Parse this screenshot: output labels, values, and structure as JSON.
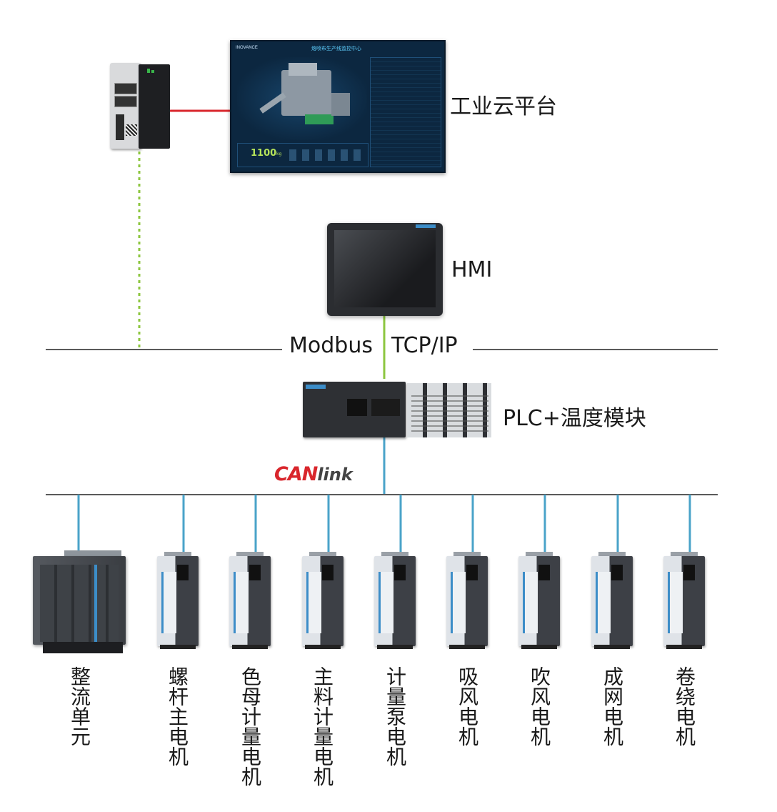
{
  "labels": {
    "cloud": "工业云平台",
    "hmi": "HMI",
    "modbus": "Modbus",
    "tcpip": "TCP/IP",
    "plc": "PLC+温度模块",
    "canlink_can": "CAN",
    "canlink_link": "link"
  },
  "cloud_screen": {
    "brand": "INOVANCE",
    "title": "熔喷布生产线监控中心",
    "readout_value": "1100",
    "readout_unit": "kg"
  },
  "devices": [
    {
      "label": "整流单元"
    },
    {
      "label": "螺杆主电机"
    },
    {
      "label": "色母计量电机"
    },
    {
      "label": "主料计量电机"
    },
    {
      "label": "计量泵电机"
    },
    {
      "label": "吸风电机"
    },
    {
      "label": "吹风电机"
    },
    {
      "label": "成网电机"
    },
    {
      "label": "卷绕电机"
    }
  ],
  "colors": {
    "bus_line": "#5a5a5a",
    "drop_line": "#4aa3c9",
    "ethernet_line": "#8cc63f",
    "cloud_link": "#d9262c",
    "canlink_red": "#d9262c",
    "canlink_dark": "#444444"
  }
}
